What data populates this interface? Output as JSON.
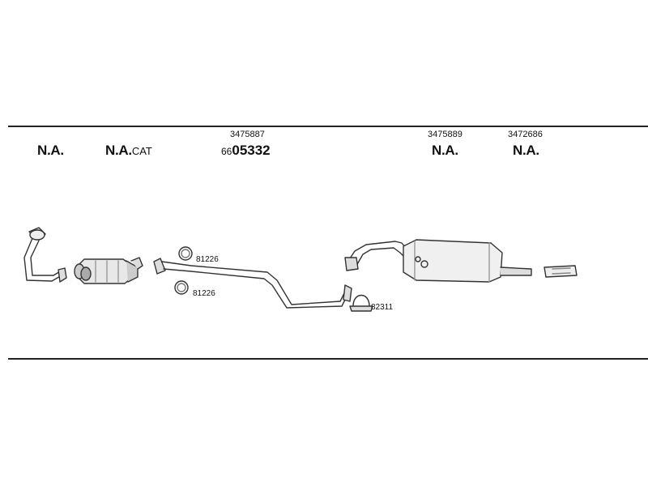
{
  "labels": {
    "col1": {
      "main": "N.A."
    },
    "col2": {
      "main": "N.A.",
      "suffix": "CAT"
    },
    "col3": {
      "ref": "3475887",
      "prefix": "66",
      "emph": "05332"
    },
    "col4": {
      "ref": "3475889",
      "main": "N.A."
    },
    "col5": {
      "ref": "3472686",
      "main": "N.A."
    }
  },
  "callouts": {
    "clampTop": "81226",
    "clampBottom": "81226",
    "uClamp": "82311"
  }
}
